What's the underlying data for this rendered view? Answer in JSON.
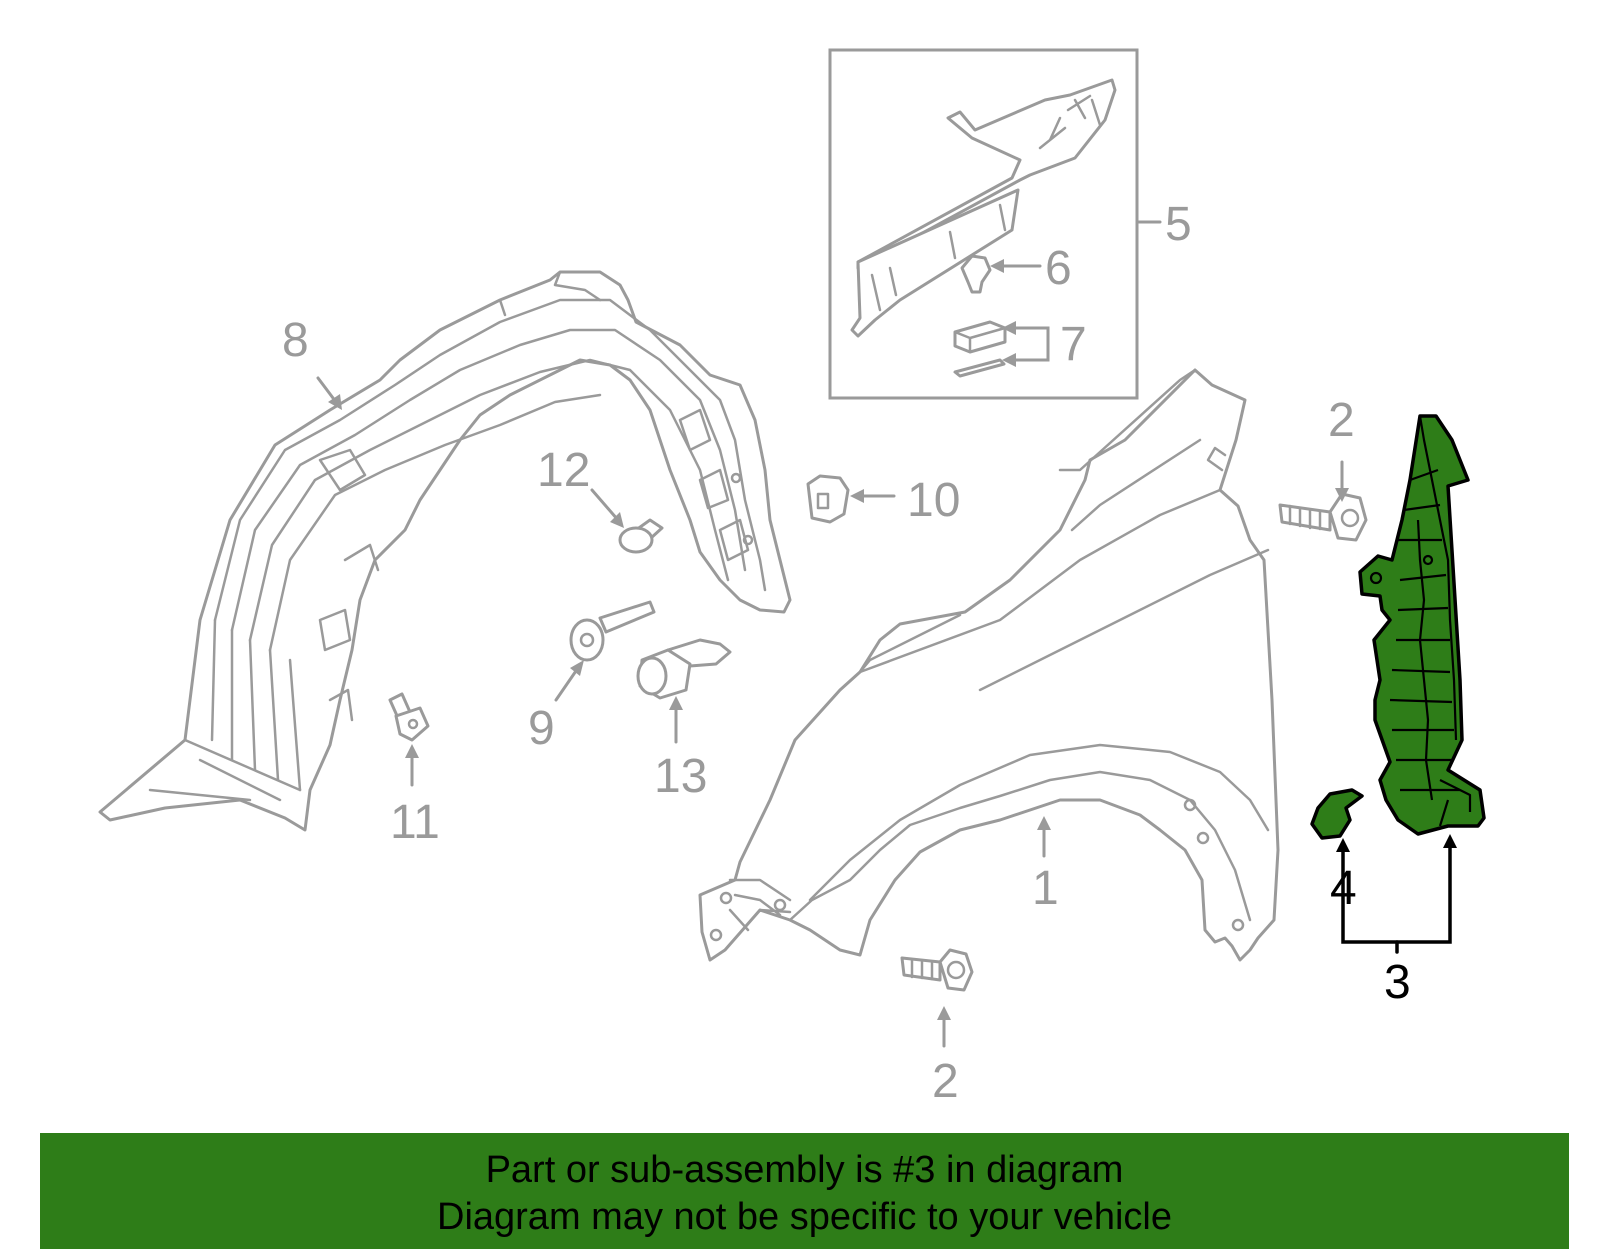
{
  "diagram": {
    "callouts": {
      "c1": "1",
      "c2a": "2",
      "c2b": "2",
      "c3": "3",
      "c4": "4",
      "c5": "5",
      "c6": "6",
      "c7": "7",
      "c8": "8",
      "c9": "9",
      "c10": "10",
      "c11": "11",
      "c12": "12",
      "c13": "13"
    },
    "highlighted_part": "3",
    "colors": {
      "highlight": "#2e7d18",
      "line": "#9a9a9a",
      "active": "#000000"
    }
  },
  "banner": {
    "line1": "Part or sub-assembly is #3 in diagram",
    "line2": "Diagram may not be specific to your vehicle"
  }
}
